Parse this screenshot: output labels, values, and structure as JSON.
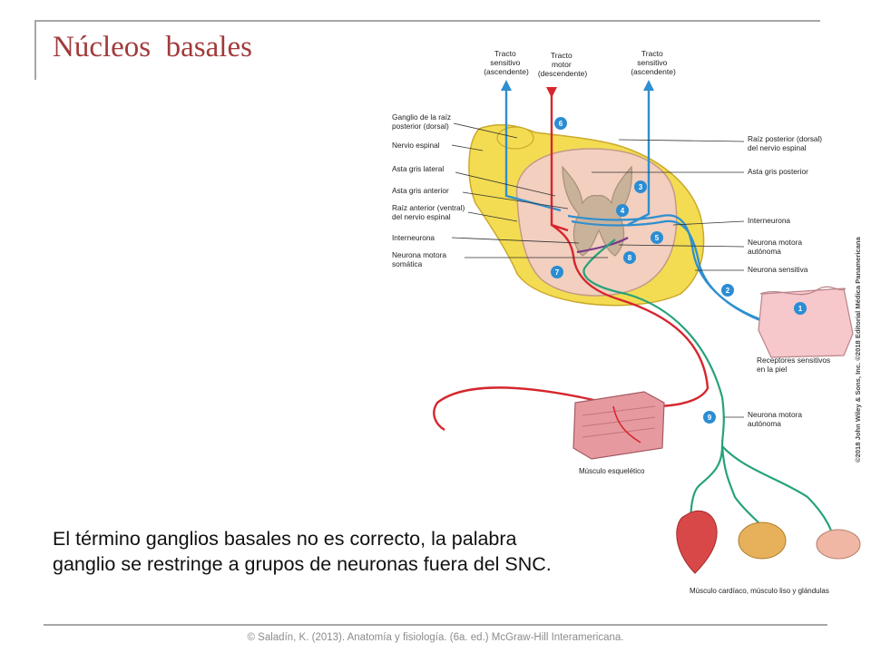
{
  "slide": {
    "title": "Núcleos  basales",
    "caption_line1": "El término ganglios basales no es correcto, la palabra",
    "caption_line2": "ganglio se restringe a grupos de neuronas fuera del SNC.",
    "footer": "© Saladín, K. (2013). Anatomía y fisiología. (6a. ed.) McGraw-Hill Interamericana."
  },
  "figure": {
    "top_labels": {
      "sensory_left": [
        "Tracto",
        "sensitivo",
        "(ascendente)"
      ],
      "motor": [
        "Tracto",
        "motor",
        "(descendente)"
      ],
      "sensory_right": [
        "Tracto",
        "sensitivo",
        "(ascendente)"
      ]
    },
    "left_labels": {
      "ganglion": [
        "Ganglio de la raíz",
        "posterior (dorsal)"
      ],
      "spinal_nerve": "Nervio espinal",
      "lateral_horn": "Asta gris lateral",
      "anterior_horn": "Asta gris anterior",
      "anterior_root": [
        "Raíz anterior (ventral)",
        "del nervio espinal"
      ],
      "interneuron": "Interneurona",
      "somatic_motor": [
        "Neurona motora",
        "somática"
      ]
    },
    "right_labels": {
      "posterior_root": [
        "Raíz posterior (dorsal)",
        "del nervio espinal"
      ],
      "posterior_horn": "Asta gris posterior",
      "interneuron": "Interneurona",
      "autonomic_motor": [
        "Neurona motora",
        "autónoma"
      ],
      "sensory_neuron": "Neurona sensitiva",
      "skin_receptors": [
        "Receptores sensitivos",
        "en la piel"
      ],
      "autonomic_motor_2": [
        "Neurona motora",
        "autónoma"
      ]
    },
    "muscle_label": "Músculo esquelético",
    "organs_label": "Músculo cardíaco, músculo liso y glándulas",
    "copyright": "©2018 John Wiley & Sons, Inc.  ©2018 Editorial Médica Panamericana",
    "step_numbers": [
      "1",
      "2",
      "3",
      "4",
      "5",
      "6",
      "7",
      "8",
      "9"
    ],
    "colors": {
      "sensory": "#2f8fcf",
      "motor": "#d6262e",
      "autonomic": "#26a27b",
      "interneuron": "#7b3a8c",
      "nerve": "#f3dc52",
      "grey_matter": "#c9b29a",
      "cord": "#f2cfbf",
      "badge": "#2b8dd3"
    }
  }
}
